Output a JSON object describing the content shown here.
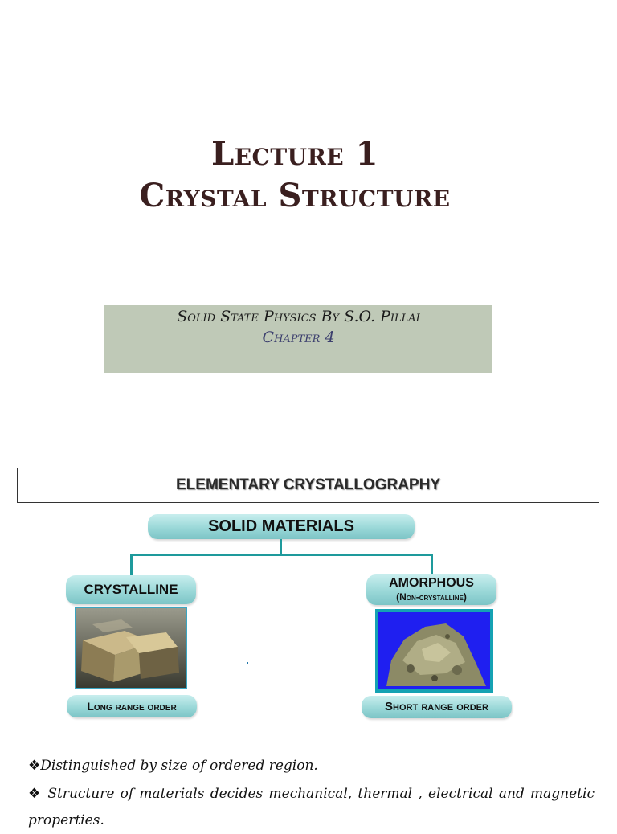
{
  "title": {
    "line1": "Lecture 1",
    "line2": "Crystal Structure"
  },
  "reference": {
    "book": "Solid State Physics  By S.O. Pillai",
    "chapter": "Chapter 4"
  },
  "section": {
    "header": "ELEMENTARY CRYSTALLOGRAPHY"
  },
  "diagram": {
    "root": "SOLID MATERIALS",
    "left": {
      "label": "CRYSTALLINE",
      "order": "Long range order"
    },
    "right": {
      "label": "AMORPHOUS",
      "sublabel": "(Non-crystalline)",
      "order": "Short range order"
    }
  },
  "bullets": {
    "mark": "❖",
    "items": [
      "Distinguished by size of ordered region.",
      " Structure of materials decides mechanical, thermal , electrical and magnetic properties."
    ]
  },
  "colors": {
    "title": "#3a1f1f",
    "reference_box": "#bfc9b7",
    "pill": "#9ad8d8",
    "connector": "#1e9a9c"
  }
}
